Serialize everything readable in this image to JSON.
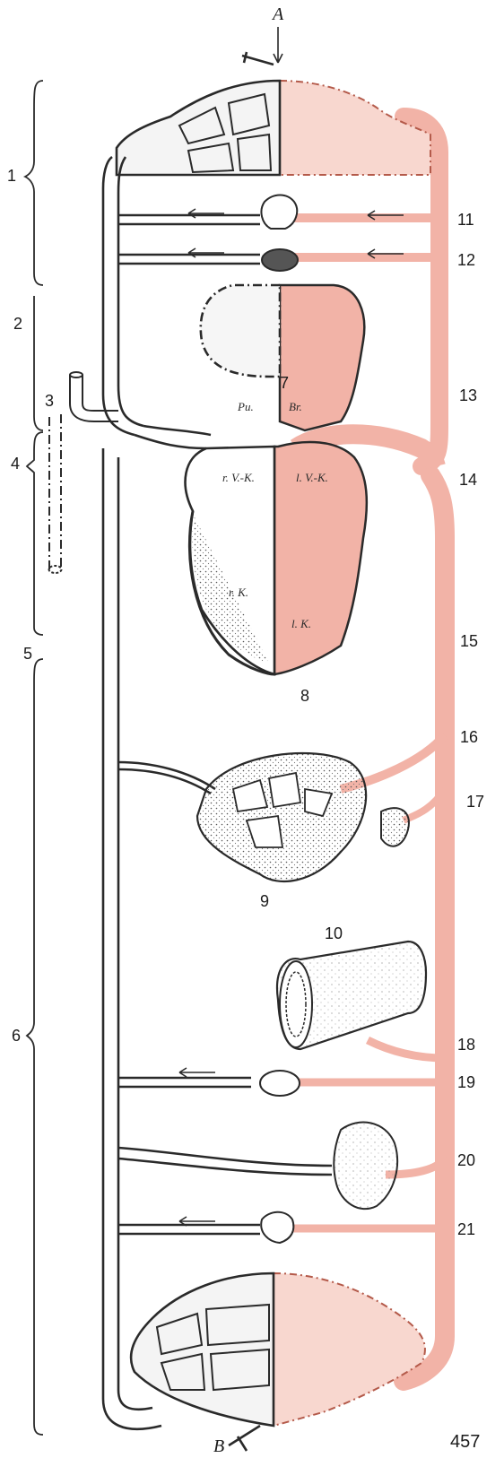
{
  "diagram": {
    "colors": {
      "arterial": "#f2b3a7",
      "arterial_light": "#f8d7cf",
      "line": "#2a2a2a",
      "stipple": "#d9d9d9"
    },
    "top_label": "A",
    "bottom_label": "B",
    "page_number": "457",
    "left_labels": [
      "1",
      "2",
      "3",
      "4",
      "5",
      "6"
    ],
    "right_labels": [
      "11",
      "12",
      "13",
      "14",
      "15",
      "16",
      "17",
      "18",
      "19",
      "20",
      "21"
    ],
    "center_labels": [
      "7",
      "8",
      "9",
      "10"
    ],
    "heart_labels": {
      "pu": "Pu.",
      "br": "Br.",
      "r_vk": "r. V.-K.",
      "l_vk": "l. V.-K.",
      "r_k": "r. K.",
      "l_k": "l. K."
    }
  }
}
